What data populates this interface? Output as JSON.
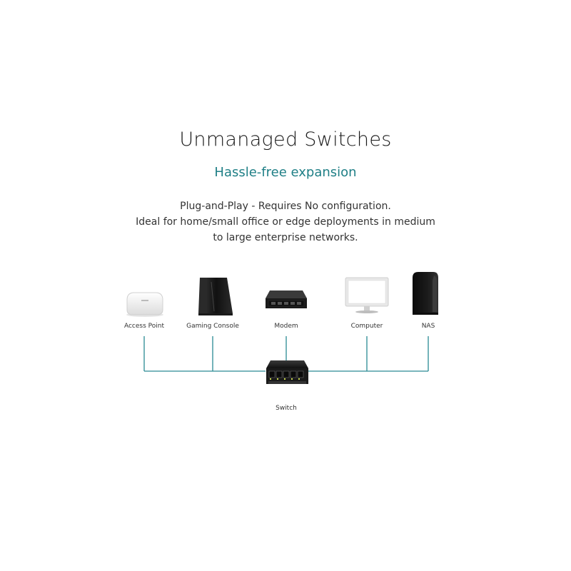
{
  "header": {
    "title": "Unmanaged Switches",
    "subtitle": "Hassle-free expansion",
    "description_lines": [
      "Plug-and-Play - Requires No configuration.",
      "Ideal for home/small office or edge deployments in medium",
      "to large enterprise networks."
    ]
  },
  "devices": [
    {
      "label": "Access Point",
      "icon": "access-point-icon"
    },
    {
      "label": "Gaming Console",
      "icon": "gaming-console-icon"
    },
    {
      "label": "Modem",
      "icon": "modem-icon"
    },
    {
      "label": "Computer",
      "icon": "computer-icon"
    },
    {
      "label": "NAS",
      "icon": "nas-icon"
    }
  ],
  "hub": {
    "label": "Switch",
    "icon": "switch-icon"
  },
  "colors": {
    "accent": "#1f7f86",
    "connector": "#2a8a93"
  }
}
